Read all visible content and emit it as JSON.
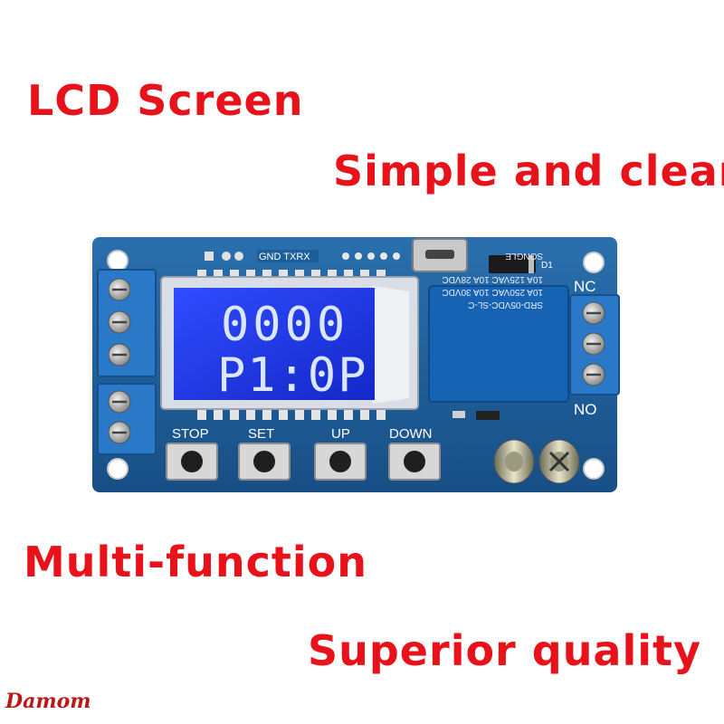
{
  "headlines": {
    "lcd_screen": "LCD Screen",
    "simple_clear": "Simple and clear",
    "multi_function": "Multi-function",
    "superior_quality": "Superior quality"
  },
  "watermark": "Damom",
  "board": {
    "header_label": "GND TXRX",
    "lcd_top": "0000",
    "lcd_bottom": "P1:0P",
    "diode_label": "D1",
    "relay_label_nc": "NC",
    "relay_label_no": "NO",
    "relay_lines": [
      "SRD-05VDC-SL-C",
      "10A 250VAC 10A 30VDC",
      "10A 125VAC 10A 28VDC",
      "SONGLE"
    ],
    "buttons": [
      "STOP",
      "SET",
      "UP",
      "DOWN"
    ],
    "colors": {
      "pcb": "#1d5f9a",
      "terminal": "#2a78c8",
      "relay": "#1763b3",
      "lcd": "#1b3cf0",
      "headline": "#e8121b"
    }
  }
}
